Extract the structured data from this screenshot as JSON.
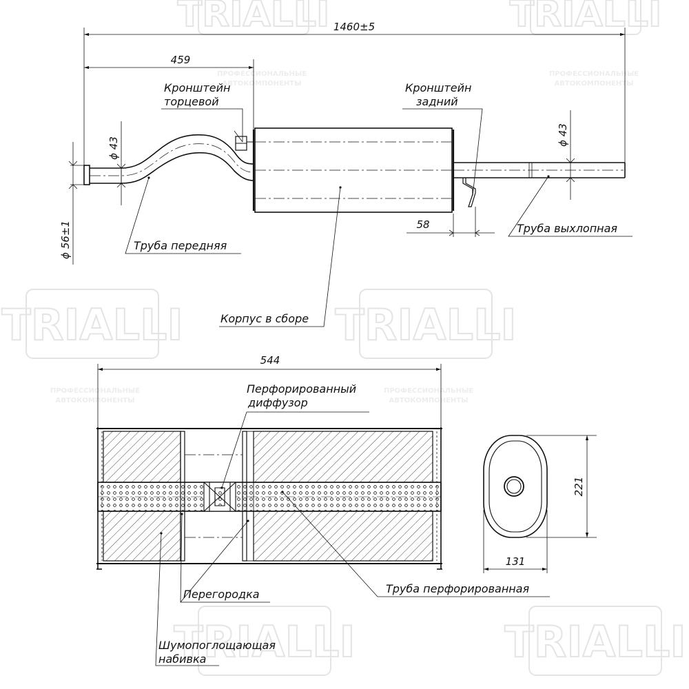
{
  "watermark": {
    "brand": "TRIALLI",
    "tagline_line1": "ПРОФЕССИОНАЛЬНЫЕ",
    "tagline_line2": "АВТОКОМПОНЕНТЫ"
  },
  "top_view": {
    "dims": {
      "overall_length": "1460±5",
      "front_section_length": "459",
      "front_pipe_diameter": "ϕ 43",
      "inlet_diameter": "ϕ 56±1",
      "rear_bracket_offset": "58",
      "tail_pipe_diameter": "ϕ 43"
    },
    "labels": {
      "end_bracket_line1": "Кронштейн",
      "end_bracket_line2": "торцевой",
      "rear_bracket_line1": "Кронштейн",
      "rear_bracket_line2": "задний",
      "front_pipe": "Труба передняя",
      "exhaust_pipe": "Труба выхлопная",
      "body_assembly": "Корпус в сборе"
    }
  },
  "section_view": {
    "dims": {
      "body_length": "544",
      "height": "221",
      "width": "131"
    },
    "labels": {
      "diffuser_line1": "Перфорированный",
      "diffuser_line2": "диффузор",
      "baffle": "Перегородка",
      "perforated_pipe": "Труба перфорированная",
      "packing_line1": "Шумопоглощающая",
      "packing_line2": "набивка"
    }
  }
}
